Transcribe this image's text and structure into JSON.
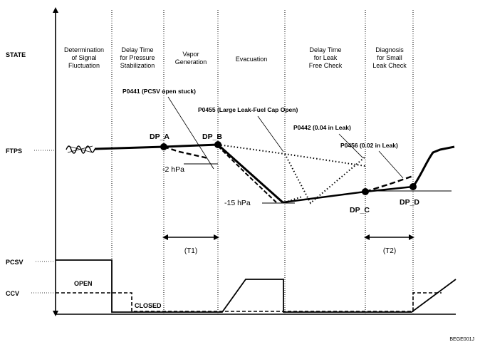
{
  "rows": {
    "state": "STATE",
    "ftps": "FTPS",
    "pcsv": "PCSV",
    "ccv": "CCV"
  },
  "phases": [
    [
      "Determination",
      "of Signal",
      "Fluctuation"
    ],
    [
      "Delay Time",
      "for Pressure",
      "Stabilization"
    ],
    [
      "Vapor",
      "Generation"
    ],
    [
      "Evacuation"
    ],
    [
      "Delay Time",
      "for Leak",
      "Free Check"
    ],
    [
      "Diagnosis",
      "for Small",
      "Leak Check"
    ]
  ],
  "codes": {
    "p0441": "P0441 (PCSV open stuck)",
    "p0455": "P0455 (Large Leak-Fuel Cap Open)",
    "p0442": "P0442 (0.04 in Leak)",
    "p0456": "P0456 (0.02 in Leak)"
  },
  "points": {
    "dp_a": "DP_A",
    "dp_b": "DP_B",
    "dp_c": "DP_C",
    "dp_d": "DP_D"
  },
  "values": {
    "minus2": "-2 hPa",
    "minus15": "-15 hPa"
  },
  "timers": {
    "t1": "(T1)",
    "t2": "(T2)"
  },
  "valve_states": {
    "open": "OPEN",
    "closed": "CLOSED"
  },
  "figure_id": "BEGE001J"
}
